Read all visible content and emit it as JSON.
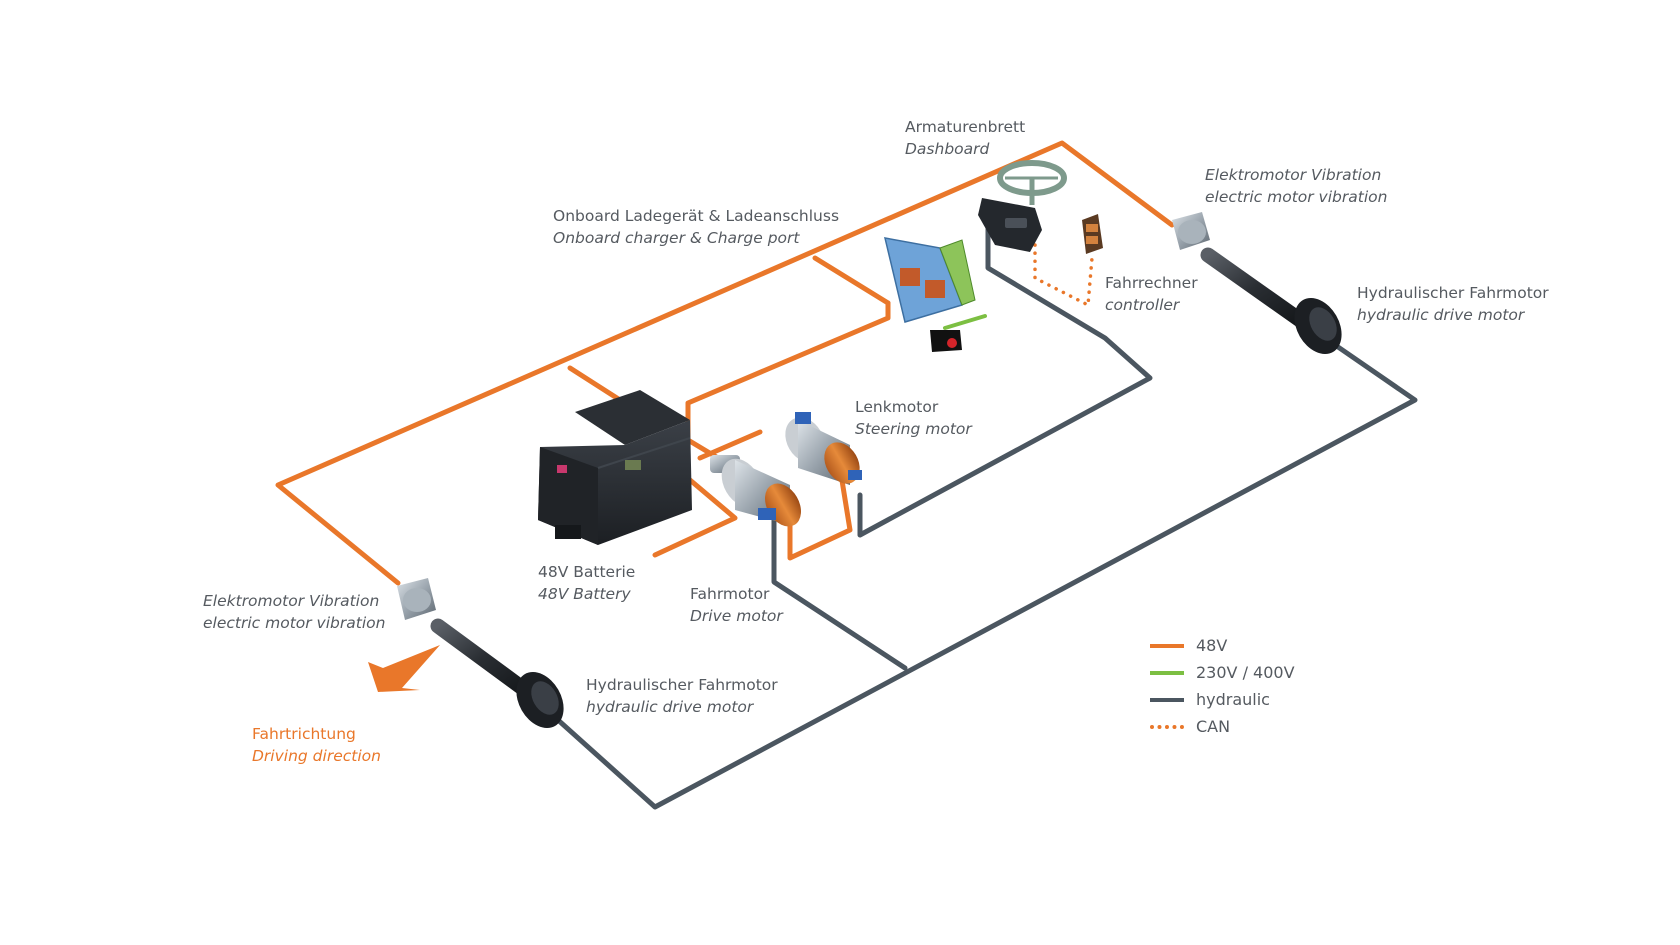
{
  "colors": {
    "power_48v": "#e9772a",
    "power_230v": "#7cbf42",
    "hydraulic": "#4b5660",
    "can": "#e9772a",
    "text": "#555a60"
  },
  "labels": {
    "dashboard": {
      "de": "Armaturenbrett",
      "en": "Dashboard"
    },
    "charger": {
      "de": "Onboard Ladegerät & Ladeanschluss",
      "en": "Onboard charger & Charge port"
    },
    "vibration_right": {
      "de": "Elektromotor Vibration",
      "en": "electric motor vibration"
    },
    "controller": {
      "de": "Fahrrechner",
      "en": "controller"
    },
    "hydraulic_right": {
      "de": "Hydraulischer Fahrmotor",
      "en": "hydraulic drive motor"
    },
    "steering_motor": {
      "de": "Lenkmotor",
      "en": "Steering motor"
    },
    "battery": {
      "de": "48V Batterie",
      "en": "48V Battery"
    },
    "drive_motor": {
      "de": "Fahrmotor",
      "en": "Drive motor"
    },
    "vibration_left": {
      "de": "Elektromotor Vibration",
      "en": "electric motor vibration"
    },
    "hydraulic_left": {
      "de": "Hydraulischer Fahrmotor",
      "en": "hydraulic drive motor"
    },
    "direction": {
      "de": "Fahrtrichtung",
      "en": "Driving direction"
    }
  },
  "legend": [
    {
      "label": "48V",
      "style": "solid",
      "color": "#e9772a"
    },
    {
      "label": "230V / 400V",
      "style": "solid",
      "color": "#7cbf42"
    },
    {
      "label": "hydraulic",
      "style": "solid",
      "color": "#4b5660"
    },
    {
      "label": "CAN",
      "style": "dotted",
      "color": "#e9772a"
    }
  ],
  "icons": [
    "dashboard-steering-wheel-icon",
    "charger-unit-icon",
    "battery-48v-icon",
    "drive-motor-icon",
    "steering-motor-icon",
    "controller-icon",
    "vibration-motor-icon",
    "hydraulic-drive-motor-icon",
    "driving-direction-arrow-icon"
  ]
}
